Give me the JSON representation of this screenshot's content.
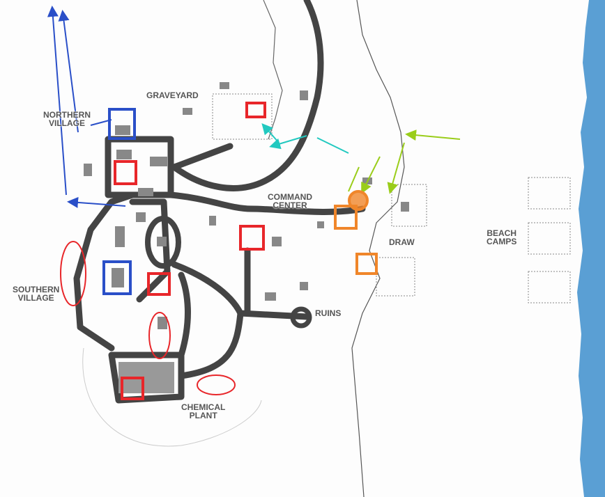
{
  "map": {
    "labels": {
      "graveyard": "GRAVEYARD",
      "northern_village": "NORTHERN\nVILLAGE",
      "command_center": "COMMAND\nCENTER",
      "draw": "DRAW",
      "beach_camps": "BEACH\nCAMPS",
      "southern_village": "SOUTHERN\nVILLAGE",
      "ruins": "RUINS",
      "chemical_plant": "CHEMICAL\nPLANT"
    },
    "colors": {
      "ocean": "#5a9fd4",
      "road": "#444444",
      "red_marker": "#e8262a",
      "blue_marker": "#2a4fc8",
      "orange_marker": "#f0862a",
      "teal_arrow": "#22c9c0",
      "green_arrow": "#9acd1a"
    }
  }
}
